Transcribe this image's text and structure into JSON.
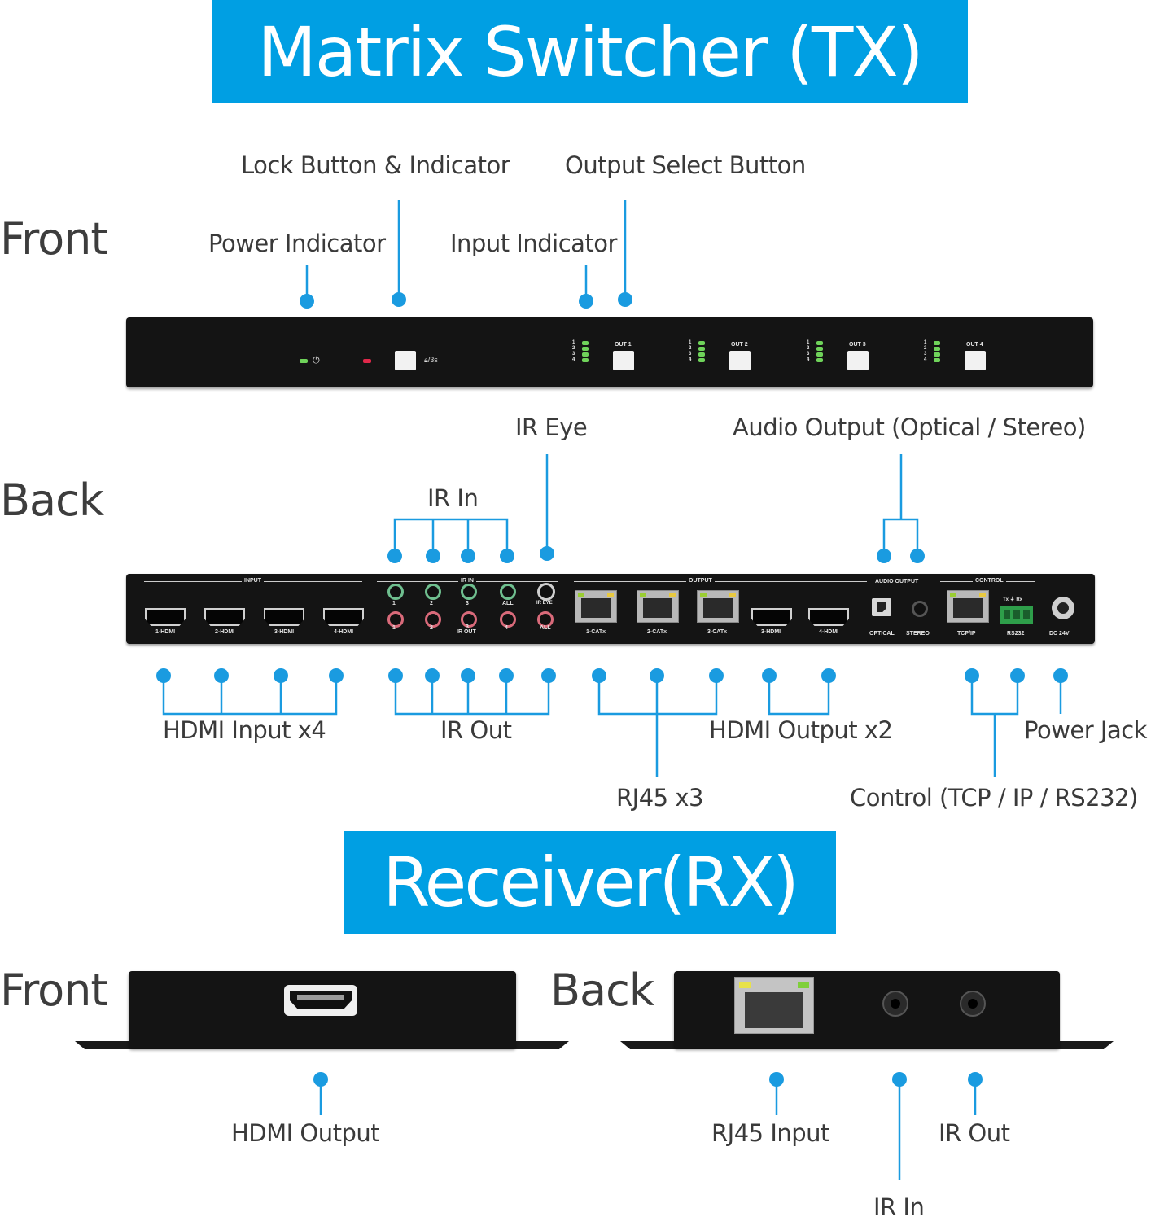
{
  "tx_title": "Matrix Switcher (TX)",
  "rx_title": "Receiver(RX)",
  "sections": {
    "tx_front": "Front",
    "tx_back": "Back",
    "rx_front": "Front",
    "rx_back": "Back"
  },
  "callouts": {
    "lock_button": "Lock Button & Indicator",
    "output_select": "Output Select Button",
    "power_indicator": "Power Indicator",
    "input_indicator": "Input Indicator",
    "ir_eye": "IR Eye",
    "audio_output": "Audio Output (Optical / Stereo)",
    "ir_in": "IR In",
    "hdmi_input": "HDMI Input x4",
    "ir_out": "IR Out",
    "hdmi_output_x2": "HDMI Output x2",
    "power_jack": "Power Jack",
    "rj45_x3": "RJ45 x3",
    "control": "Control (TCP / IP / RS232)",
    "rx_hdmi_output": "HDMI Output",
    "rx_rj45_input": "RJ45 Input",
    "rx_ir_out": "IR Out",
    "rx_ir_in": "IR In"
  },
  "front_panel": {
    "lock_text": "/3s",
    "input_nums": [
      "1",
      "2",
      "3",
      "4"
    ],
    "outputs": [
      "OUT 1",
      "OUT 2",
      "OUT 3",
      "OUT 4"
    ]
  },
  "back_panel": {
    "group_input": "INPUT",
    "group_ir_in": "IR IN",
    "group_ir_out": "IR OUT",
    "group_output": "OUTPUT",
    "group_audio": "AUDIO OUTPUT",
    "group_control": "CONTROL",
    "hdmi_inputs": [
      "1-HDMI",
      "2-HDMI",
      "3-HDMI",
      "4-HDMI"
    ],
    "ir_nums": [
      "1",
      "2",
      "3",
      "ALL"
    ],
    "ir_out_nums": [
      "1",
      "2",
      "3",
      "4",
      "ALL"
    ],
    "ir_eye": "IR EYE",
    "catx": [
      "1-CATx",
      "2-CATx",
      "3-CATx"
    ],
    "hdmi_outputs": [
      "3-HDMI",
      "4-HDMI"
    ],
    "optical": "OPTICAL",
    "stereo": "STEREO",
    "tcpip": "TCP/IP",
    "rs232": "RS232",
    "rs232_pins": "Tx ⏚ Rx",
    "dc": "DC 24V"
  },
  "colors": {
    "banner": "#009fe3",
    "callout": "#1a9be0",
    "device": "#141414",
    "led_green": "#6fd35a",
    "led_red": "#e0284a"
  }
}
